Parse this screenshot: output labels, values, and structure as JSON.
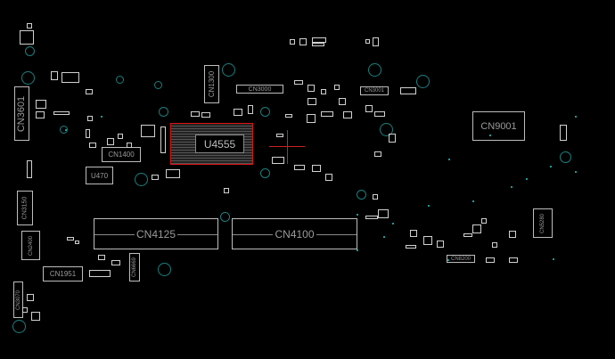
{
  "board": {
    "components": {
      "u4555": "U4555",
      "cn3601": "CN3601",
      "cn1300": "CN1300",
      "cn3000": "CN3000",
      "cn3001": "CN3001",
      "cn1400": "CN1400",
      "u470": "U470",
      "cn3150": "CN3150",
      "cn2400": "CN2400",
      "cn1951": "CN1951",
      "cn3070": "CN3070",
      "cn4125": "CN4125",
      "cn4100": "CN4100",
      "cn6669": "CN6669",
      "cn9001": "CN9001",
      "cn8200": "CN8200",
      "cn5280": "CN5280"
    },
    "colors": {
      "outline": "#bdbdbd",
      "hole": "#1b7f7f",
      "selection": "#dd1111"
    }
  }
}
